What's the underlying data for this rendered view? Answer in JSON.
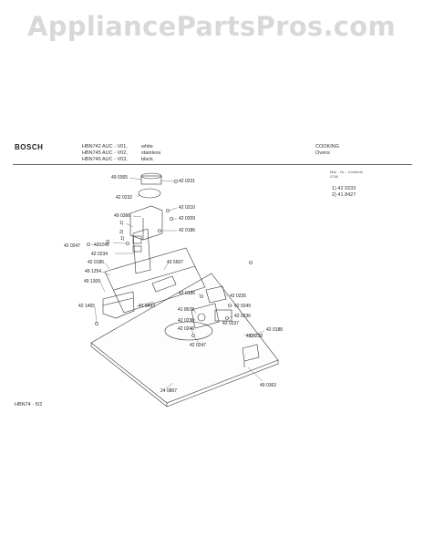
{
  "watermark": "AppliancePartsPros.com",
  "header": {
    "brand": "BOSCH",
    "models": [
      "HBN742 AUC - V01,",
      "HBN745 AUC - V02,",
      "HBN746 AUC - V03,"
    ],
    "colors": [
      "white",
      "stainless",
      "black"
    ],
    "category": [
      "COOKING",
      "Ovens"
    ],
    "mat_no": [
      "Mat. - Nr. - Kontierte",
      "3746"
    ]
  },
  "side_notes": [
    "1) 42 0233",
    "2) 41 8427"
  ],
  "footer": "HBN74 - 5/2",
  "labels": [
    {
      "id": "l-490365",
      "text": "49 0365"
    },
    {
      "id": "l-420231",
      "text": "42 0231"
    },
    {
      "id": "l-420232",
      "text": "42 0232"
    },
    {
      "id": "l-420210",
      "text": "42 0210"
    },
    {
      "id": "l-490366",
      "text": "49 0366"
    },
    {
      "id": "l-420209",
      "text": "42 0209"
    },
    {
      "id": "l-note1a",
      "text": "1)"
    },
    {
      "id": "l-note2a",
      "text": "2)"
    },
    {
      "id": "l-note1b",
      "text": "1)"
    },
    {
      "id": "l-420186a",
      "text": "42 0186"
    },
    {
      "id": "l-note2b",
      "text": "2)"
    },
    {
      "id": "l-420247a",
      "text": "42 0247"
    },
    {
      "id": "l-420246a",
      "text": "420246"
    },
    {
      "id": "l-420234",
      "text": "42 0234"
    },
    {
      "id": "l-435607",
      "text": "43 5607"
    },
    {
      "id": "l-420186b",
      "text": "42 0186"
    },
    {
      "id": "l-491254",
      "text": "49 1254"
    },
    {
      "id": "l-491309",
      "text": "49 1309"
    },
    {
      "id": "l-420186c",
      "text": "42 0186"
    },
    {
      "id": "l-420235",
      "text": "42 0235"
    },
    {
      "id": "l-420249",
      "text": "42 0249"
    },
    {
      "id": "l-418678",
      "text": "41 8678"
    },
    {
      "id": "l-420236a",
      "text": "42 0236"
    },
    {
      "id": "l-421465",
      "text": "42 1465"
    },
    {
      "id": "l-420236b",
      "text": "42 0236"
    },
    {
      "id": "l-420237",
      "text": "42 0237"
    },
    {
      "id": "l-418493",
      "text": "41 8493"
    },
    {
      "id": "l-420246b",
      "text": "42 0246"
    },
    {
      "id": "l-420188",
      "text": "42 0188"
    },
    {
      "id": "l-420238",
      "text": "42 0238"
    },
    {
      "id": "l-420247b",
      "text": "42 0247"
    },
    {
      "id": "l-240807",
      "text": "24 0807"
    },
    {
      "id": "l-490363",
      "text": "49 0363"
    }
  ]
}
